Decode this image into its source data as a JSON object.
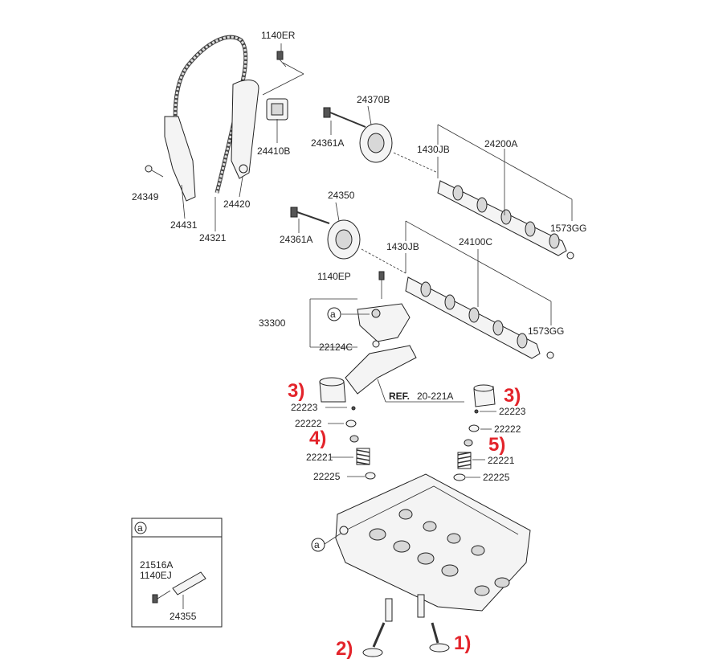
{
  "labels": {
    "l1140ER": "1140ER",
    "l24410B": "24410B",
    "l24349": "24349",
    "l24431": "24431",
    "l24321": "24321",
    "l24420": "24420",
    "l24370B": "24370B",
    "l24361A_top": "24361A",
    "l1430JB_top": "1430JB",
    "l24200A": "24200A",
    "l1573GG_top": "1573GG",
    "l24350": "24350",
    "l24361A_mid": "24361A",
    "l1430JB_mid": "1430JB",
    "l24100C": "24100C",
    "l1140EP": "1140EP",
    "l33300": "33300",
    "l22124C": "22124C",
    "l1573GG_mid": "1573GG",
    "ref_bold": "REF.",
    "ref_num": "20-221A",
    "l22223_left": "22223",
    "l22222_left": "22222",
    "l22221_left": "22221",
    "l22225_left": "22225",
    "l22223_right": "22223",
    "l22222_right": "22222",
    "l22221_right": "22221",
    "l22225_right": "22225",
    "l21516A": "21516A",
    "l1140EJ": "1140EJ",
    "l24355": "24355",
    "callout_a": "a"
  },
  "red_markers": {
    "m3_left": "3)",
    "m3_right": "3)",
    "m4": "4)",
    "m5": "5)",
    "m2": "2)",
    "m1": "1)"
  },
  "colors": {
    "marker": "#e3242b",
    "line": "#333333"
  }
}
